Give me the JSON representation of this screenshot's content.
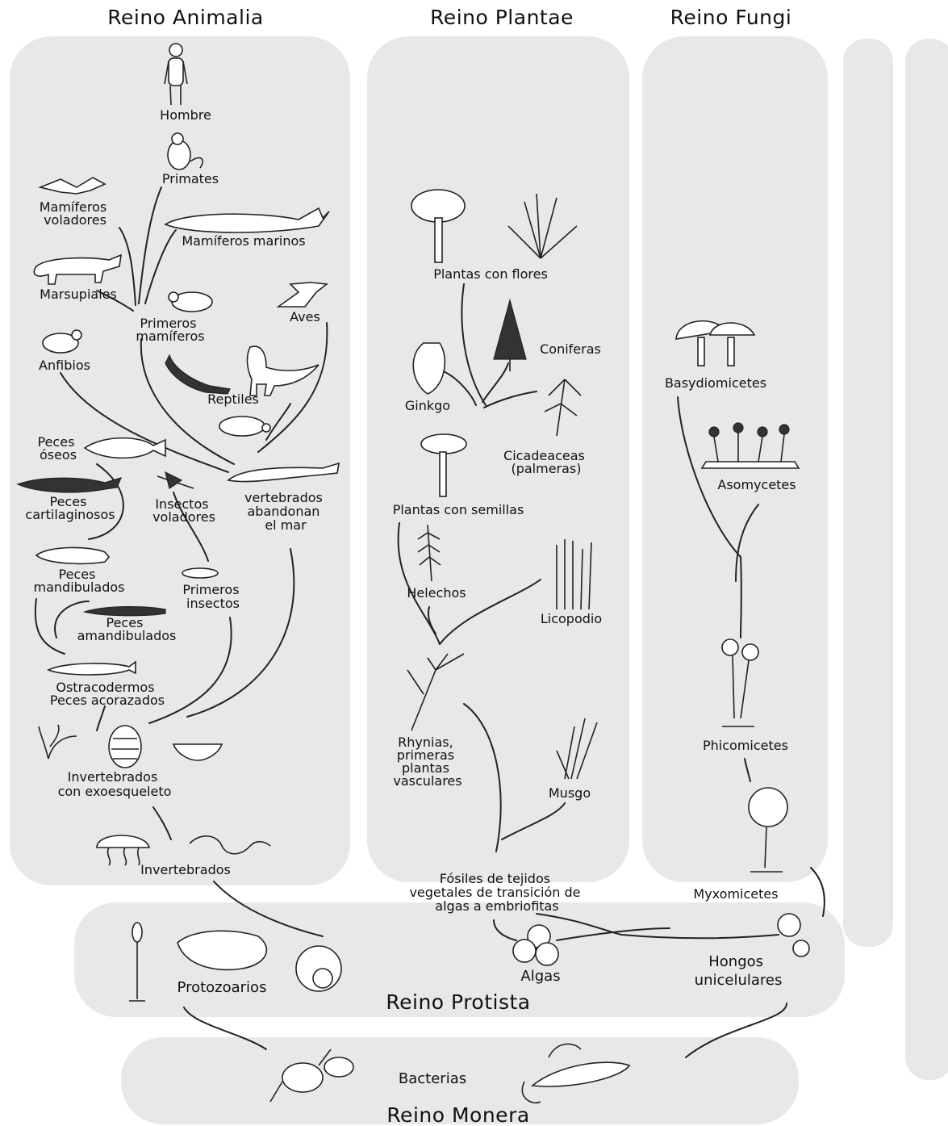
{
  "kingdoms": {
    "animalia": "Reino Animalia",
    "plantae": "Reino Plantae",
    "fungi": "Reino Fungi",
    "protista": "Reino Protista",
    "monera": "Reino Monera"
  },
  "animalia": {
    "hombre": "Hombre",
    "primates": "Primates",
    "mamiferos_voladores": [
      "Mamíferos",
      "voladores"
    ],
    "mamiferos_marinos": "Mamíferos marinos",
    "marsupiales": "Marsupiales",
    "aves": "Aves",
    "primeros_mamiferos": [
      "Primeros",
      "mamíferos"
    ],
    "anfibios": "Anfibios",
    "reptiles": "Reptiles",
    "peces_oseos": [
      "Peces",
      "óseos"
    ],
    "peces_cartilaginosos": [
      "Peces",
      "cartilaginosos"
    ],
    "insectos_voladores": [
      "Insectos",
      "voladores"
    ],
    "vertebrados_abandonan": [
      "vertebrados",
      "abandonan",
      "el mar"
    ],
    "peces_mandibulados": [
      "Peces",
      "mandibulados"
    ],
    "primeros_insectos": [
      "Primeros",
      "insectos"
    ],
    "peces_amandibulados": [
      "Peces",
      "amandibulados"
    ],
    "ostracodermos": [
      "Ostracodermos",
      "Peces acorazados"
    ],
    "invertebrados_exo": [
      "Invertebrados",
      "con exoesqueleto"
    ],
    "invertebrados": "Invertebrados"
  },
  "plantae": {
    "plantas_flores": "Plantas con flores",
    "coniferas": "Coniferas",
    "ginkgo": "Ginkgo",
    "cicadeaceas": [
      "Cicadeaceas",
      "(palmeras)"
    ],
    "plantas_semillas": "Plantas con semillas",
    "helechos": "Helechos",
    "licopodio": "Licopodio",
    "rhynias": [
      "Rhynias,",
      "primeras",
      "plantas",
      "vasculares"
    ],
    "musgo": "Musgo",
    "fosiles": [
      "Fósiles de tejidos",
      "vegetales de transición de",
      "algas a embriofitas"
    ]
  },
  "fungi": {
    "basydiomicetes": "Basydiomicetes",
    "asomycetes": "Asomycetes",
    "phicomicetes": "Phicomicetes",
    "myxomicetes": "Myxomicetes"
  },
  "protista": {
    "protozoarios": "Protozoarios",
    "algas": "Algas",
    "hongos_unicelulares": [
      "Hongos",
      "unicelulares"
    ]
  },
  "monera": {
    "bacterias": "Bacterias"
  }
}
